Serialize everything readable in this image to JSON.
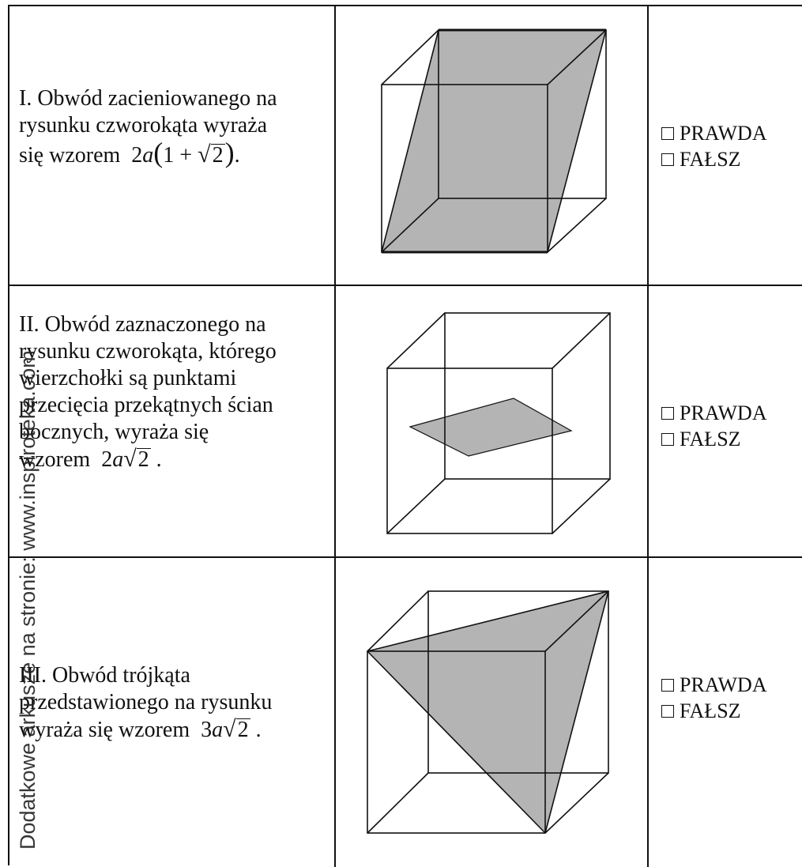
{
  "watermark": "Dodatkowe arkusze na stronie: www.inspiroteka.com",
  "rows": [
    {
      "lines": [
        "I. Obwód zacieniowanego na",
        "rysunku czworokąta wyraża"
      ],
      "last_prefix": "się wzorem",
      "formula": {
        "coef": "2",
        "var": "a",
        "open": "(",
        "one": "1",
        "plus": "+",
        "rad": "2",
        "close": ")",
        "tail": "."
      },
      "choice_true": "PRAWDA",
      "choice_false": "FAŁSZ"
    },
    {
      "lines": [
        "II. Obwód zaznaczonego na",
        "rysunku czworokąta, którego",
        "wierzchołki są punktami",
        "przecięcia przekątnych ścian",
        "bocznych,  wyraża się"
      ],
      "last_prefix": "wzorem",
      "formula": {
        "coef": "2",
        "var": "a",
        "rad": "2",
        "tail": "."
      },
      "choice_true": "PRAWDA",
      "choice_false": "FAŁSZ"
    },
    {
      "lines": [
        "III. Obwód trójkąta",
        "przedstawionego na rysunku"
      ],
      "last_prefix": "wyraża się wzorem",
      "formula": {
        "coef": "3",
        "var": "a",
        "rad": "2",
        "tail": "."
      },
      "choice_true": "PRAWDA",
      "choice_false": "FAŁSZ"
    }
  ],
  "colors": {
    "shade": "#b4b4b4",
    "line": "#111111"
  }
}
